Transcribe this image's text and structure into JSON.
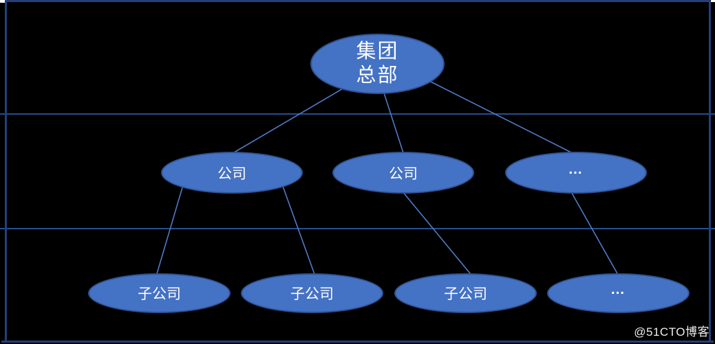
{
  "watermark": {
    "text": "@51CTO博客"
  },
  "colors": {
    "background": "#000000",
    "node_fill": "#4472C4",
    "node_stroke": "#2F528F",
    "connector": "#4E7CC8",
    "frame_border": "#24407C",
    "row_divider": "#2B4C8E",
    "node_text": "#FFFFFF",
    "watermark_text": "#EFEFEF"
  },
  "diagram": {
    "type": "org-chart-tree",
    "nodes": {
      "root": {
        "label": "集团总部",
        "lines": [
          "集团",
          "总部"
        ]
      },
      "company1": {
        "label": "公司"
      },
      "company2": {
        "label": "公司"
      },
      "company3": {
        "label": "…"
      },
      "sub1": {
        "label": "子公司"
      },
      "sub2": {
        "label": "子公司"
      },
      "sub3": {
        "label": "子公司"
      },
      "sub4": {
        "label": "…"
      }
    },
    "edges": [
      {
        "from": "root",
        "to": "company1"
      },
      {
        "from": "root",
        "to": "company2"
      },
      {
        "from": "root",
        "to": "company3"
      },
      {
        "from": "company1",
        "to": "sub1"
      },
      {
        "from": "company1",
        "to": "sub2"
      },
      {
        "from": "company2",
        "to": "sub3"
      },
      {
        "from": "company3",
        "to": "sub4"
      }
    ]
  }
}
